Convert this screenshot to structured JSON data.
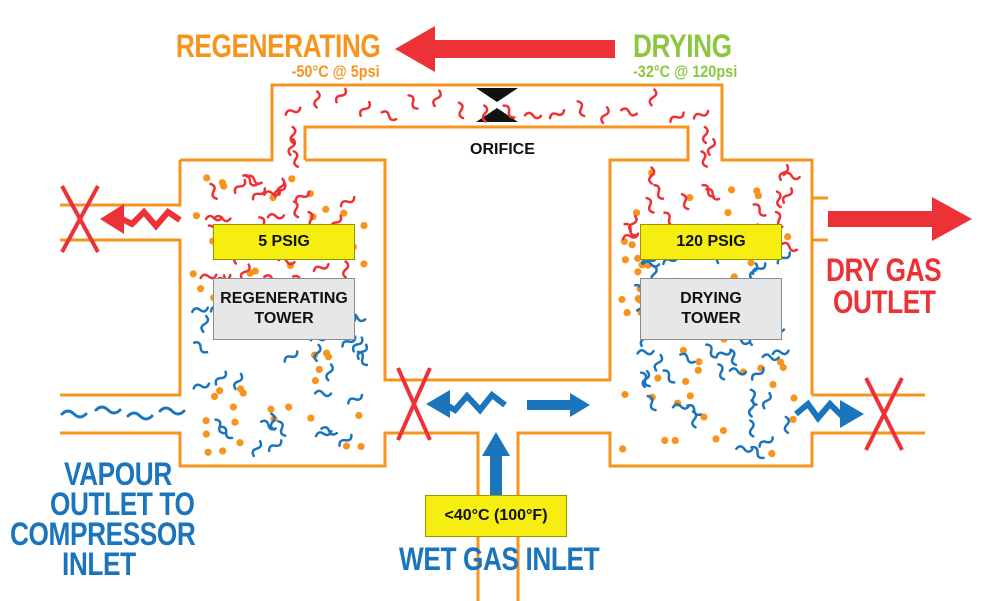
{
  "header": {
    "regenerating_title": "REGENERATING",
    "regenerating_condition": "-50°C @ 5psi",
    "drying_title": "DRYING",
    "drying_condition": "-32°C @ 120psi"
  },
  "orifice_label": "ORIFICE",
  "left_tower": {
    "pressure": "5 PSIG",
    "name_line1": "REGENERATING",
    "name_line2": "TOWER"
  },
  "right_tower": {
    "pressure": "120 PSIG",
    "name_line1": "DRYING",
    "name_line2": "TOWER"
  },
  "inlet": {
    "temperature": "<40°C (100°F)",
    "label": "WET GAS INLET"
  },
  "outlets": {
    "dry_gas_line1": "DRY GAS",
    "dry_gas_line2": "OUTLET",
    "vapour_line1": "VAPOUR",
    "vapour_line2": "OUTLET TO",
    "vapour_line3": "COMPRESSOR",
    "vapour_line4": "INLET"
  },
  "colors": {
    "pipe": "#f7941d",
    "hot": "#ed3237",
    "cold": "#1b75bc",
    "desiccant": "#f7941d",
    "dry": "#8dc63f",
    "label_yellow": "#f5ee10",
    "label_grey": "#e6e7e8"
  }
}
